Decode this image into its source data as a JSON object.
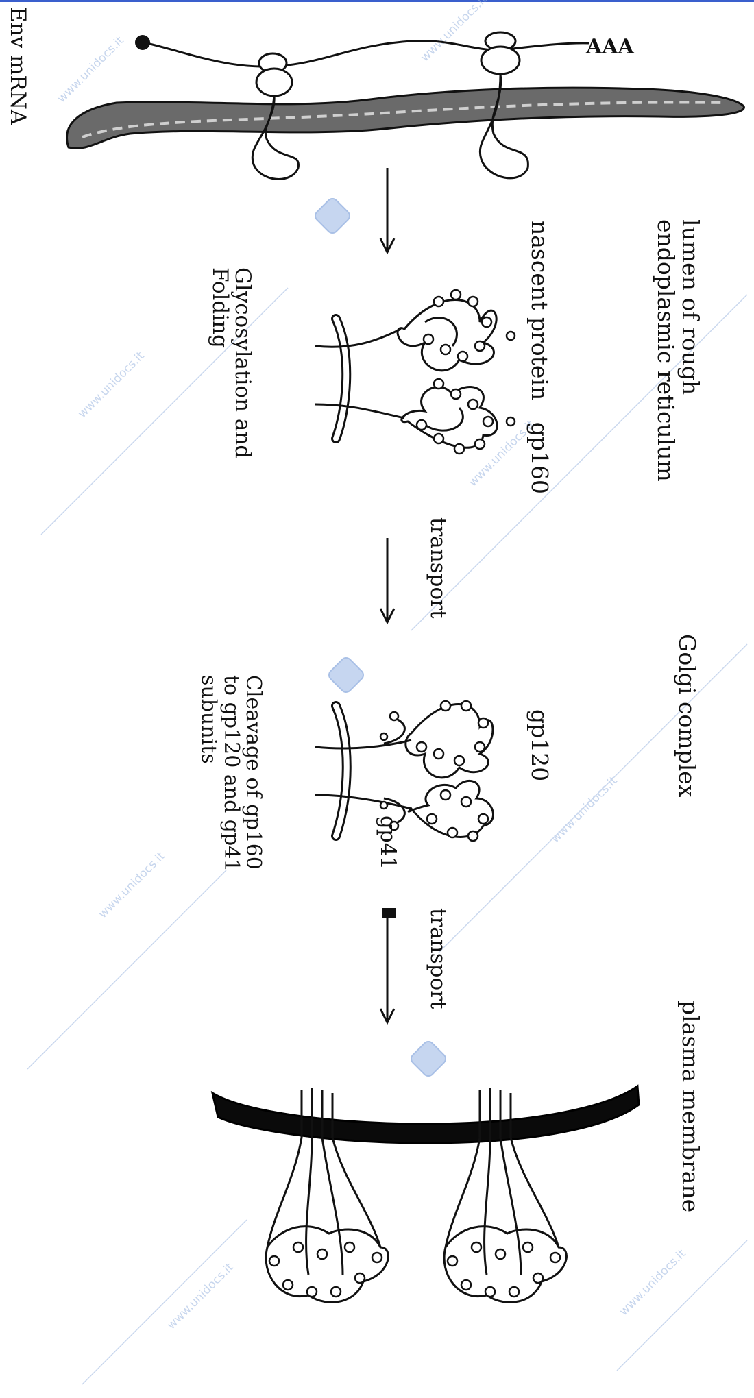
{
  "labels": {
    "lumen_er": "lumen of rough\nendoplasmic reticulum",
    "nascent": "nascent protein   gp160",
    "glyco": "Glycosylation and\nFolding",
    "transport1": "transport",
    "golgi": "Golgi complex",
    "gp120": "gp120",
    "gp41": "gp41",
    "cleavage": "Cleavage of gp160\nto gp120 and gp41\nsubunits",
    "transport2": "transport",
    "plasma": "plasma membrane",
    "aaa": "AAA",
    "env": "Env mRNA"
  },
  "watermark": "www.unidocs.it",
  "colors": {
    "ink": "#111111",
    "accent": "#3a5fcd",
    "watermark": "#9bb5e0"
  }
}
